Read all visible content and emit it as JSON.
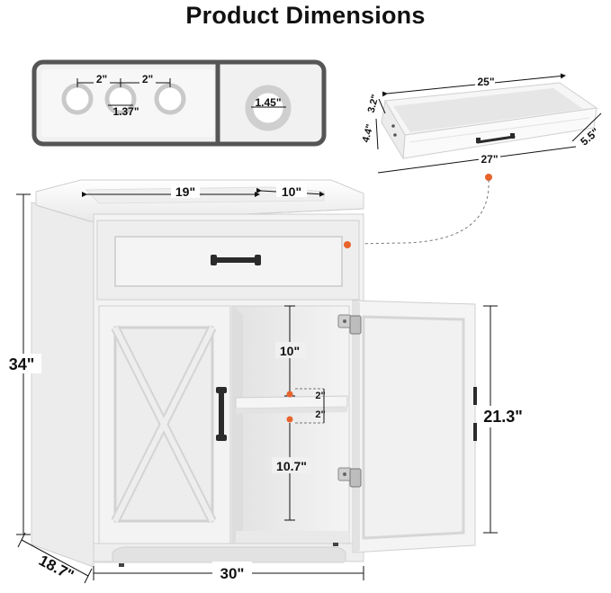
{
  "title": "Product Dimensions",
  "colors": {
    "cabinet": "#f3f3f3",
    "cabinet_shade": "#dcdcdc",
    "panel_border": "#5a5a5a",
    "accent_dot": "#e8632b",
    "handle": "#2b2b2b"
  },
  "sink_detail": {
    "faucet_spacing_left": "2\"",
    "faucet_spacing_right": "2\"",
    "faucet_hole": "1.37\"",
    "drain_hole": "1.45\""
  },
  "drawer_detail": {
    "length_back": "25\"",
    "height": "3.2\"",
    "depth_side": "4.4\"",
    "width_front": "27\"",
    "depth": "5.5\""
  },
  "vanity": {
    "basin_width": "19\"",
    "deck_width": "10\"",
    "height_total": "34\"",
    "depth_total": "18.7\"",
    "width_total": "30\"",
    "upper_shelf_gap": "10\"",
    "shelf_adjust_up": "2\"",
    "shelf_adjust_down": "2\"",
    "lower_shelf_gap": "10.7\"",
    "door_height": "21.3\""
  },
  "icons": [
    "drawer-pull-icon",
    "hinge-icon",
    "door-handle-icon",
    "magnet-catch-icon"
  ]
}
